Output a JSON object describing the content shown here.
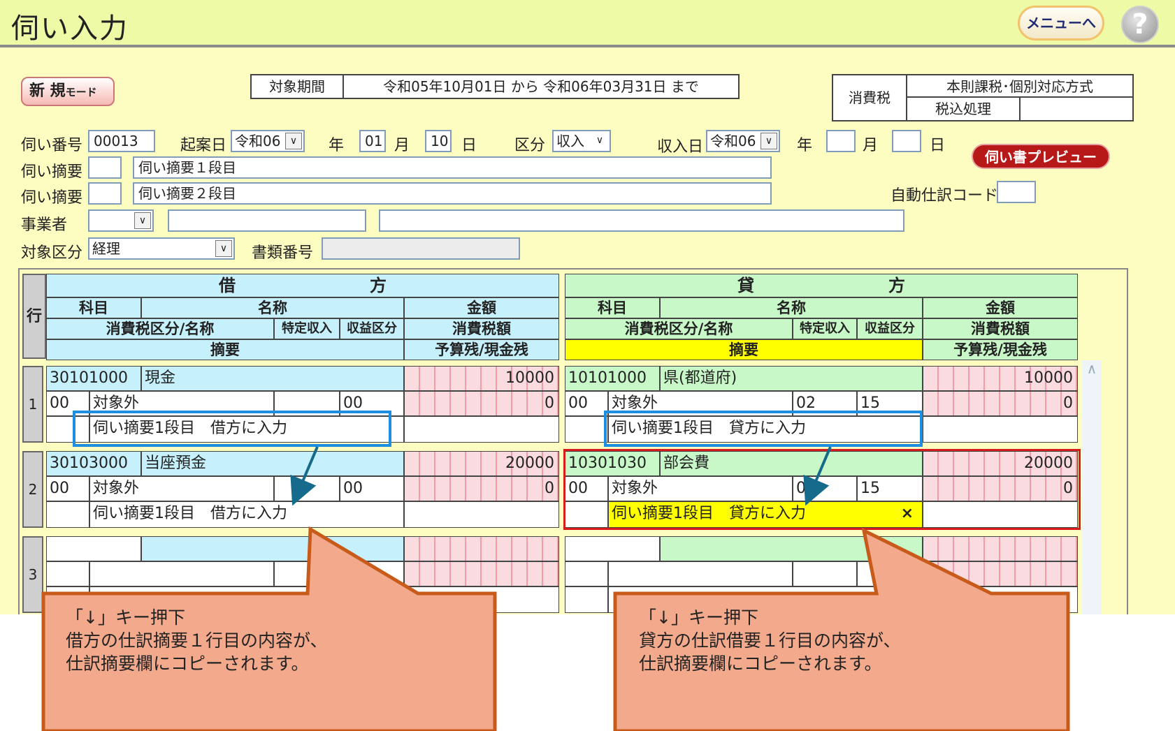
{
  "app": {
    "title": "伺い入力",
    "menu_label": "メニューへ",
    "help_label": "?",
    "mode_main": "新 規",
    "mode_small": "モード"
  },
  "period": {
    "label": "対象期間",
    "value": "令和05年10月01日 から 令和06年03月31日 まで"
  },
  "tax": {
    "label": "消費税",
    "method": "本則課税･個別対応方式",
    "processing": "税込処理",
    "extra": ""
  },
  "form": {
    "inquiry_no_label": "伺い番号",
    "inquiry_no": "00013",
    "draft_date_label": "起案日",
    "draft_era": "令和06",
    "year_label": "年",
    "draft_month": "01",
    "month_label": "月",
    "draft_day": "10",
    "day_label": "日",
    "category_label": "区分",
    "category": "収入",
    "receipt_date_label": "収入日",
    "receipt_era": "令和06",
    "receipt_month": "",
    "receipt_day": "",
    "preview_label": "伺い書プレビュー",
    "summary_label": "伺い摘要",
    "summary1_code": "",
    "summary1": "伺い摘要１段目",
    "summary2_code": "",
    "summary2": "伺い摘要２段目",
    "auto_code_label": "自動仕訳コード",
    "auto_code": "",
    "vendor_label": "事業者",
    "vendor_select": "",
    "vendor_code": "",
    "vendor_name": "",
    "target_label": "対象区分",
    "target": "経理",
    "doc_no_label": "書類番号",
    "doc_no": ""
  },
  "headers": {
    "row": "行",
    "debit": "借　　　　　　　　方",
    "credit": "貸　　　　　　　　方",
    "account": "科目",
    "name": "名称",
    "amount": "金額",
    "tax_class": "消費税区分/名称",
    "specific_income": "特定収入",
    "revenue_class": "収益区分",
    "tax_amount": "消費税額",
    "summary": "摘要",
    "budget": "予算残/現金残"
  },
  "rows": [
    {
      "no": "1",
      "debit": {
        "code": "30101000",
        "name": "現金",
        "amount": "10000",
        "tax_code": "00",
        "tax_name": "対象外",
        "specific": "",
        "revenue": "00",
        "tax_amount": "0",
        "summary": "伺い摘要1段目　借方に入力"
      },
      "credit": {
        "code": "10101000",
        "name": "県(都道府)",
        "amount": "10000",
        "tax_code": "00",
        "tax_name": "対象外",
        "specific": "02",
        "revenue": "15",
        "tax_amount": "0",
        "summary": "伺い摘要1段目　貸方に入力"
      }
    },
    {
      "no": "2",
      "debit": {
        "code": "30103000",
        "name": "当座預金",
        "amount": "20000",
        "tax_code": "00",
        "tax_name": "対象外",
        "specific": "",
        "revenue": "00",
        "tax_amount": "0",
        "summary": "伺い摘要1段目　借方に入力"
      },
      "credit": {
        "code": "10301030",
        "name": "部会費",
        "amount": "20000",
        "tax_code": "00",
        "tax_name": "対象外",
        "specific": "0",
        "revenue": "15",
        "tax_amount": "0",
        "summary": "伺い摘要1段目　貸方に入力",
        "clear": "×"
      }
    },
    {
      "no": "3"
    }
  ],
  "callouts": {
    "left": [
      "「↓」キー押下",
      "借方の仕訳摘要１行目の内容が、",
      "仕訳摘要欄にコピーされます。"
    ],
    "right": [
      "「↓」キー押下",
      "貸方の仕訳借要１行目の内容が、",
      "仕訳摘要欄にコピーされます。"
    ]
  },
  "colors": {
    "debit": "#c6f0fb",
    "credit": "#c8f7c8",
    "highlight": "#1e8ee0",
    "callout": "#f2a98c",
    "callout_border": "#c85a1a"
  }
}
